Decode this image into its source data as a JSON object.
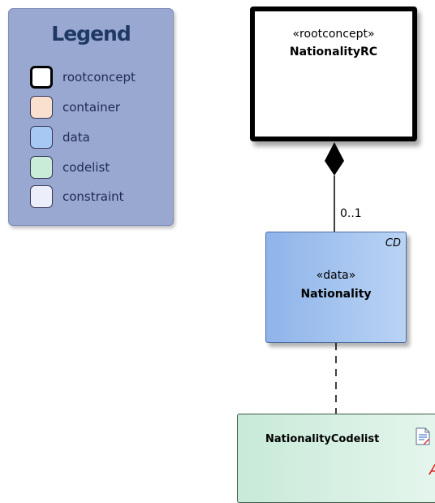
{
  "legend": {
    "title": "Legend",
    "items": [
      {
        "label": "rootconcept",
        "color": "#ffffff",
        "bold": true
      },
      {
        "label": "container",
        "color": "#f9e0cf"
      },
      {
        "label": "data",
        "color": "#a8c8f4"
      },
      {
        "label": "codelist",
        "color": "#c8ecd8"
      },
      {
        "label": "constraint",
        "color": "#eceefc"
      }
    ]
  },
  "root_concept": {
    "stereotype": "«rootconcept»",
    "name": "NationalityRC"
  },
  "data_class": {
    "stereotype": "«data»",
    "name": "Nationality",
    "tag": "CD"
  },
  "association": {
    "multiplicity": "0..1"
  },
  "codelist": {
    "name": "NationalityCodelist",
    "icon": "document-icon",
    "marker": "A"
  }
}
